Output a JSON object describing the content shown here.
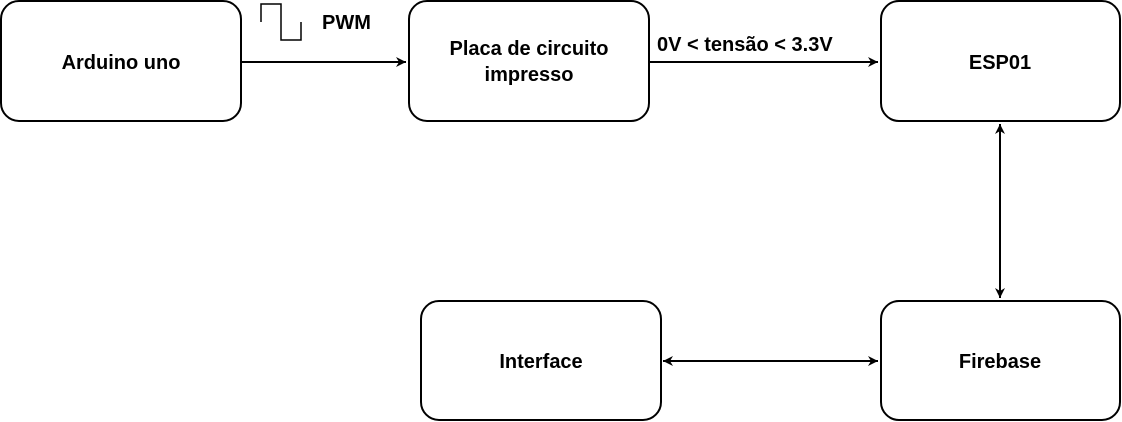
{
  "diagram": {
    "nodes": {
      "arduino": {
        "label": "Arduino uno"
      },
      "pcb": {
        "label_line1": "Placa de circuito",
        "label_line2": "impresso"
      },
      "esp": {
        "label": "ESP01"
      },
      "firebase": {
        "label": "Firebase"
      },
      "interface": {
        "label": "Interface"
      }
    },
    "edges": {
      "arduino_to_pcb": {
        "label": "PWM",
        "icon": "pwm-pulse-icon"
      },
      "pcb_to_esp": {
        "label": "0V < tensão < 3.3V"
      },
      "esp_firebase": {
        "label": ""
      },
      "firebase_interface": {
        "label": ""
      }
    },
    "colors": {
      "stroke": "#000000",
      "fill": "#ffffff"
    }
  }
}
